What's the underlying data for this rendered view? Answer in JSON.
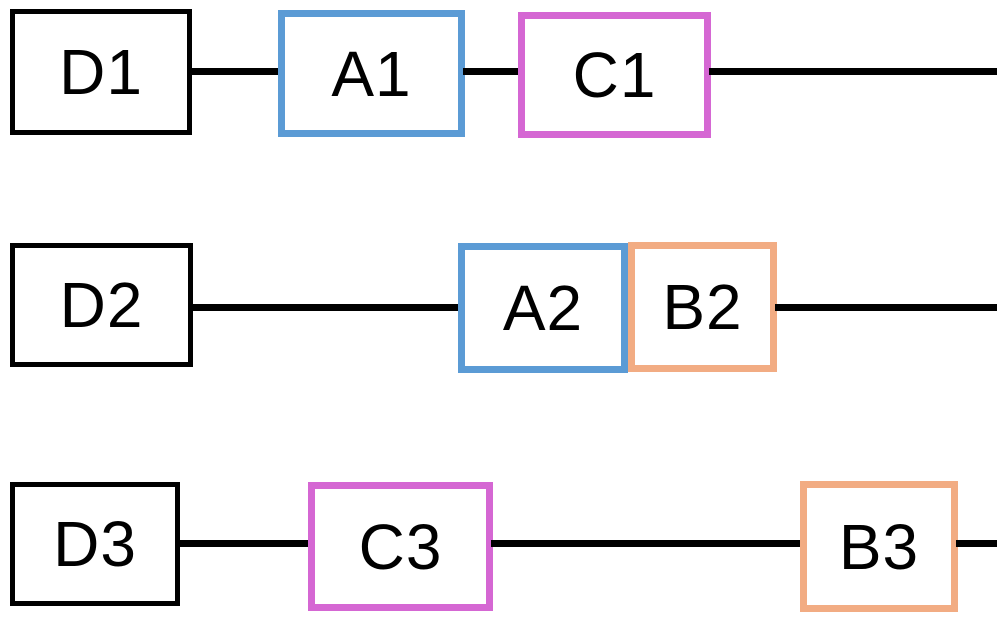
{
  "diagram": {
    "type": "sequence-block-diagram",
    "background_color": "#FFFFFF",
    "connector_color": "#000000",
    "palette": {
      "black": "#000000",
      "blue": "#5B9BD5",
      "magenta": "#D567D3",
      "orange": "#F2AC83"
    },
    "rows": [
      {
        "name": "row-1",
        "boxes": [
          {
            "label": "D1",
            "color_name": "black",
            "border_color": "#000000"
          },
          {
            "label": "A1",
            "color_name": "blue",
            "border_color": "#5B9BD5"
          },
          {
            "label": "C1",
            "color_name": "magenta",
            "border_color": "#D567D3"
          }
        ]
      },
      {
        "name": "row-2",
        "boxes": [
          {
            "label": "D2",
            "color_name": "black",
            "border_color": "#000000"
          },
          {
            "label": "A2",
            "color_name": "blue",
            "border_color": "#5B9BD5"
          },
          {
            "label": "B2",
            "color_name": "orange",
            "border_color": "#F2AC83"
          }
        ]
      },
      {
        "name": "row-3",
        "boxes": [
          {
            "label": "D3",
            "color_name": "black",
            "border_color": "#000000"
          },
          {
            "label": "C3",
            "color_name": "magenta",
            "border_color": "#D567D3"
          },
          {
            "label": "B3",
            "color_name": "orange",
            "border_color": "#F2AC83"
          }
        ]
      }
    ]
  }
}
